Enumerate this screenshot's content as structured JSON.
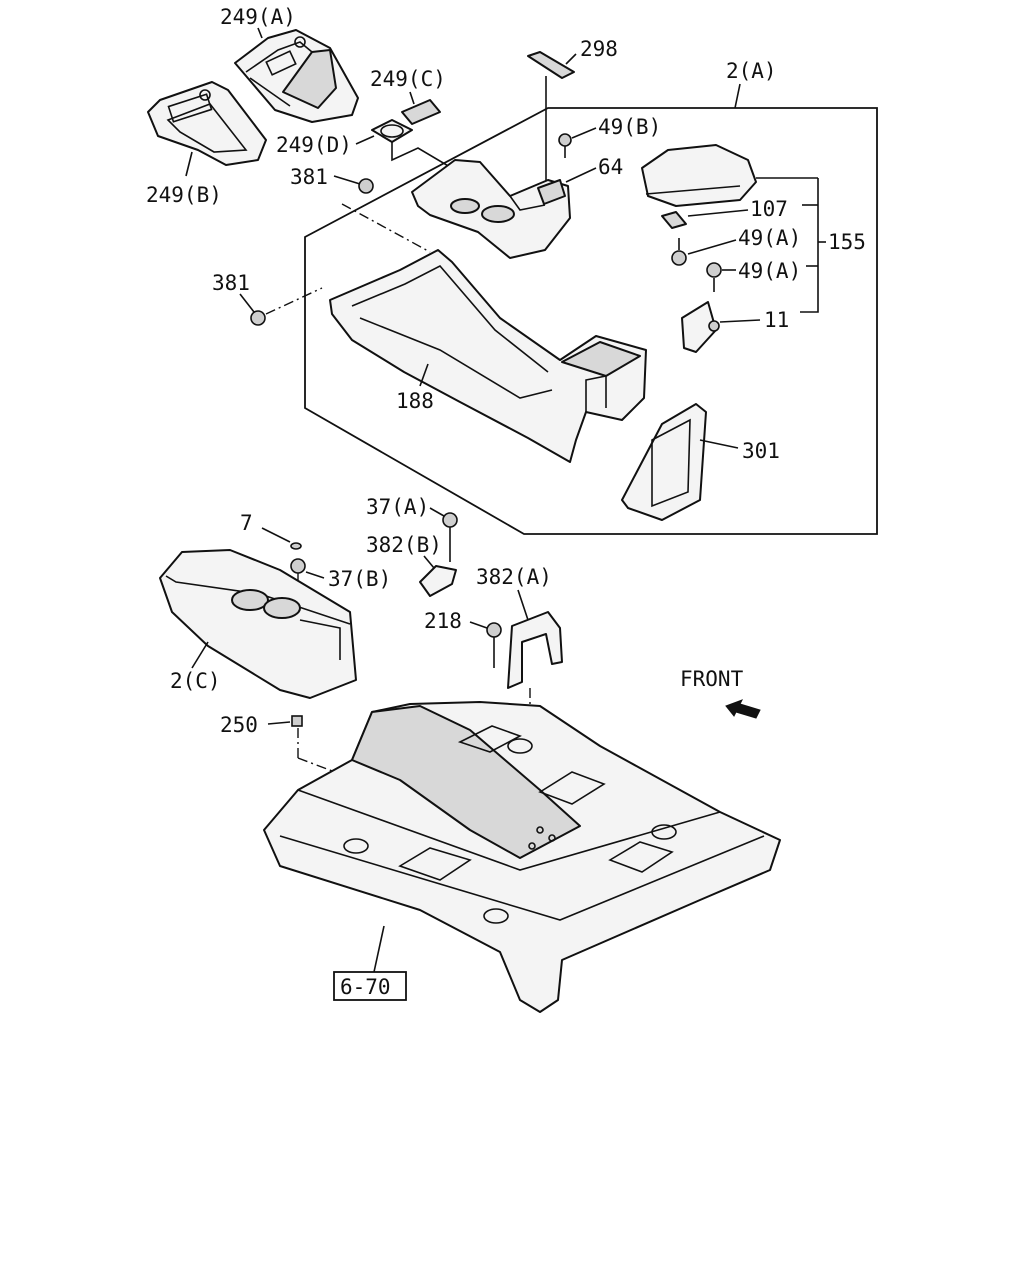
{
  "diagram": {
    "labels": {
      "p249a": "249(A)",
      "p249b": "249(B)",
      "p249c": "249(C)",
      "p249d": "249(D)",
      "p298": "298",
      "p2a": "2(A)",
      "p49b": "49(B)",
      "p381_top": "381",
      "p64": "64",
      "p107": "107",
      "p49a_1": "49(A)",
      "p155": "155",
      "p49a_2": "49(A)",
      "p381_left": "381",
      "p11": "11",
      "p188": "188",
      "p301": "301",
      "p37a": "37(A)",
      "p7": "7",
      "p382b": "382(B)",
      "p37b": "37(B)",
      "p382a": "382(A)",
      "p218": "218",
      "p2c": "2(C)",
      "p250": "250",
      "front": "FRONT",
      "ref670": "6-70"
    }
  }
}
